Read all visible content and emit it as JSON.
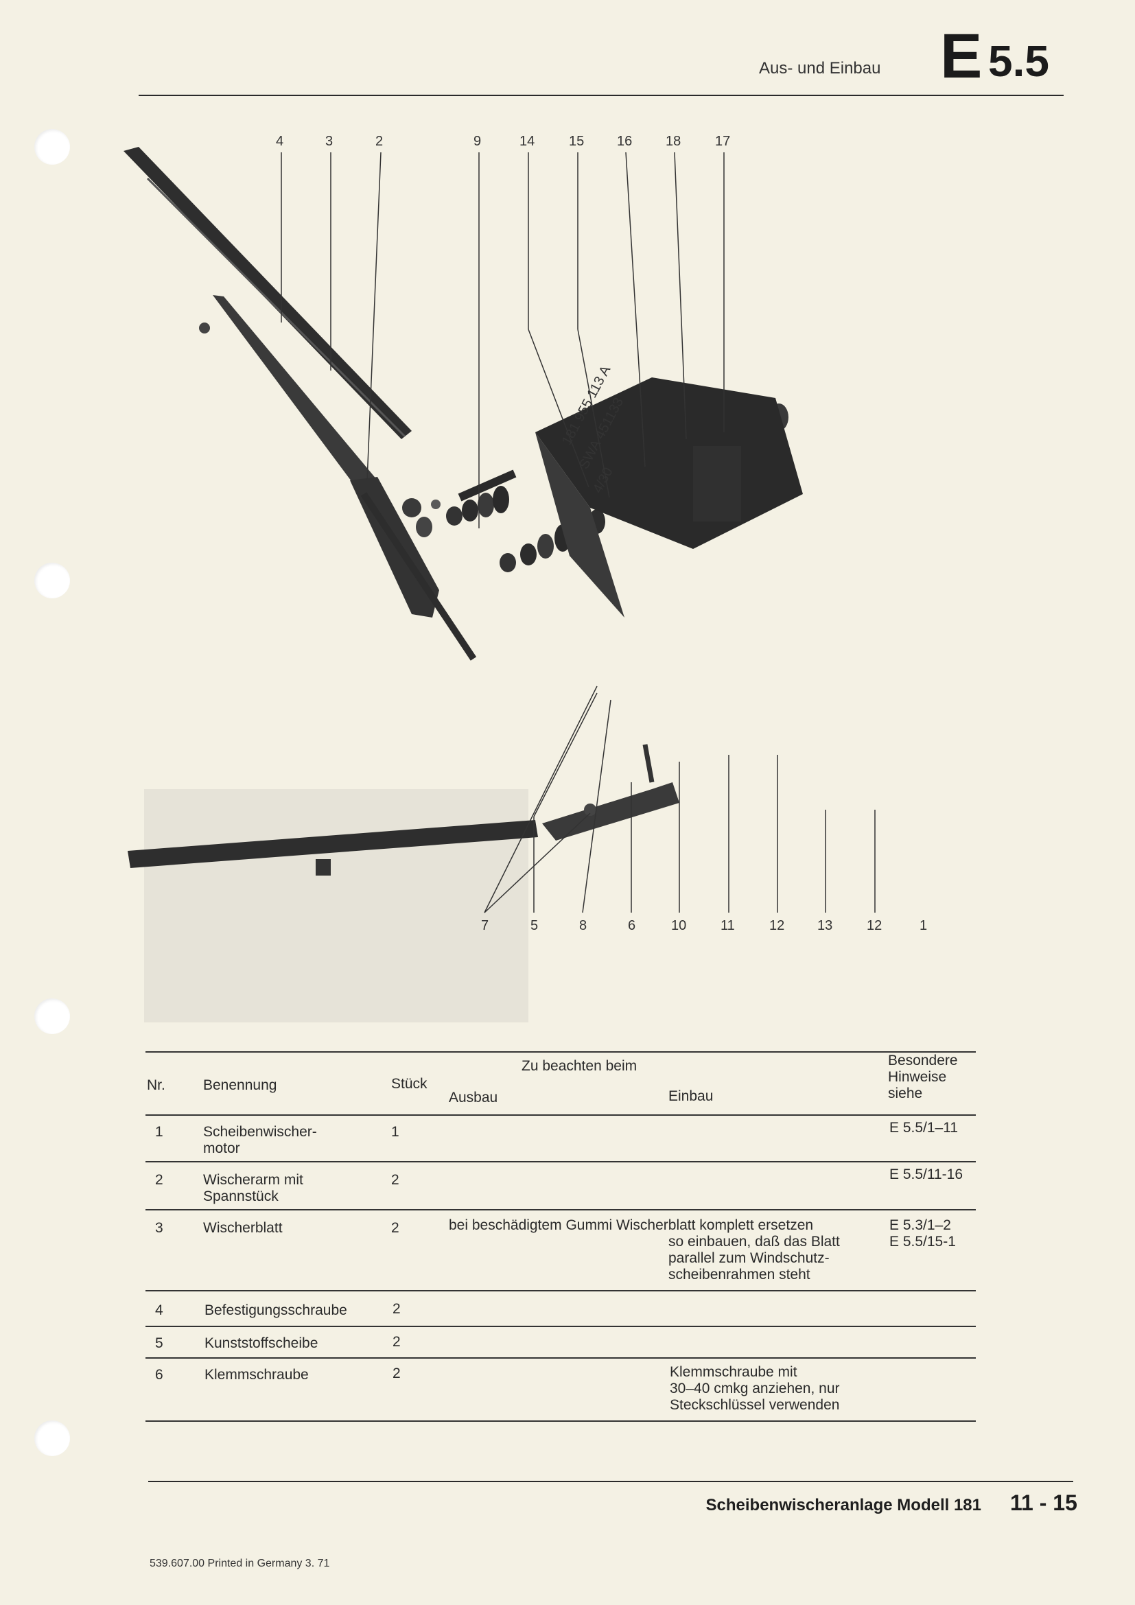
{
  "header": {
    "title": "Aus- und Einbau",
    "code_letter": "E",
    "code_number": "5.5"
  },
  "figure": {
    "callouts_top": [
      "4",
      "3",
      "2",
      "9",
      "14",
      "15",
      "16",
      "18",
      "17"
    ],
    "callouts_bottom": [
      "7",
      "5",
      "8",
      "6",
      "10",
      "11",
      "12",
      "13",
      "12",
      "1"
    ],
    "motor_label_lines": [
      "181 955 113 A",
      "SWA 451133",
      "4/30"
    ]
  },
  "table": {
    "headers": {
      "nr": "Nr.",
      "benennung": "Benennung",
      "stueck": "Stück",
      "zu_beachten": "Zu beachten beim",
      "ausbau": "Ausbau",
      "einbau": "Einbau",
      "hinweise": "Besondere\nHinweise\nsiehe"
    },
    "rows": [
      {
        "nr": "1",
        "benennung": "Scheibenwischer-\nmotor",
        "stueck": "1",
        "ausbau": "",
        "einbau": "",
        "hinweise": "E 5.5/1–11"
      },
      {
        "nr": "2",
        "benennung": "Wischerarm mit\nSpannstück",
        "stueck": "2",
        "ausbau": "",
        "einbau": "",
        "hinweise": "E 5.5/11-16"
      },
      {
        "nr": "3",
        "benennung": "Wischerblatt",
        "stueck": "2",
        "ausbau": "bei beschädigtem Gummi Wischerblatt komplett ersetzen",
        "einbau": "so einbauen, daß das Blatt\nparallel zum Windschutz-\nscheibenrahmen steht",
        "hinweise": "E 5.3/1–2\nE 5.5/15-1"
      },
      {
        "nr": "4",
        "benennung": "Befestigungsschraube",
        "stueck": "2",
        "ausbau": "",
        "einbau": "",
        "hinweise": ""
      },
      {
        "nr": "5",
        "benennung": "Kunststoffscheibe",
        "stueck": "2",
        "ausbau": "",
        "einbau": "",
        "hinweise": ""
      },
      {
        "nr": "6",
        "benennung": "Klemmschraube",
        "stueck": "2",
        "ausbau": "",
        "einbau": "Klemmschraube mit\n30–40 cmkg anziehen, nur\nSteckschlüssel verwenden",
        "hinweise": ""
      }
    ]
  },
  "footer": {
    "title": "Scheibenwischeranlage Modell 181",
    "page": "11 - 15",
    "printline": "539.607.00 Printed in Germany 3. 71"
  }
}
